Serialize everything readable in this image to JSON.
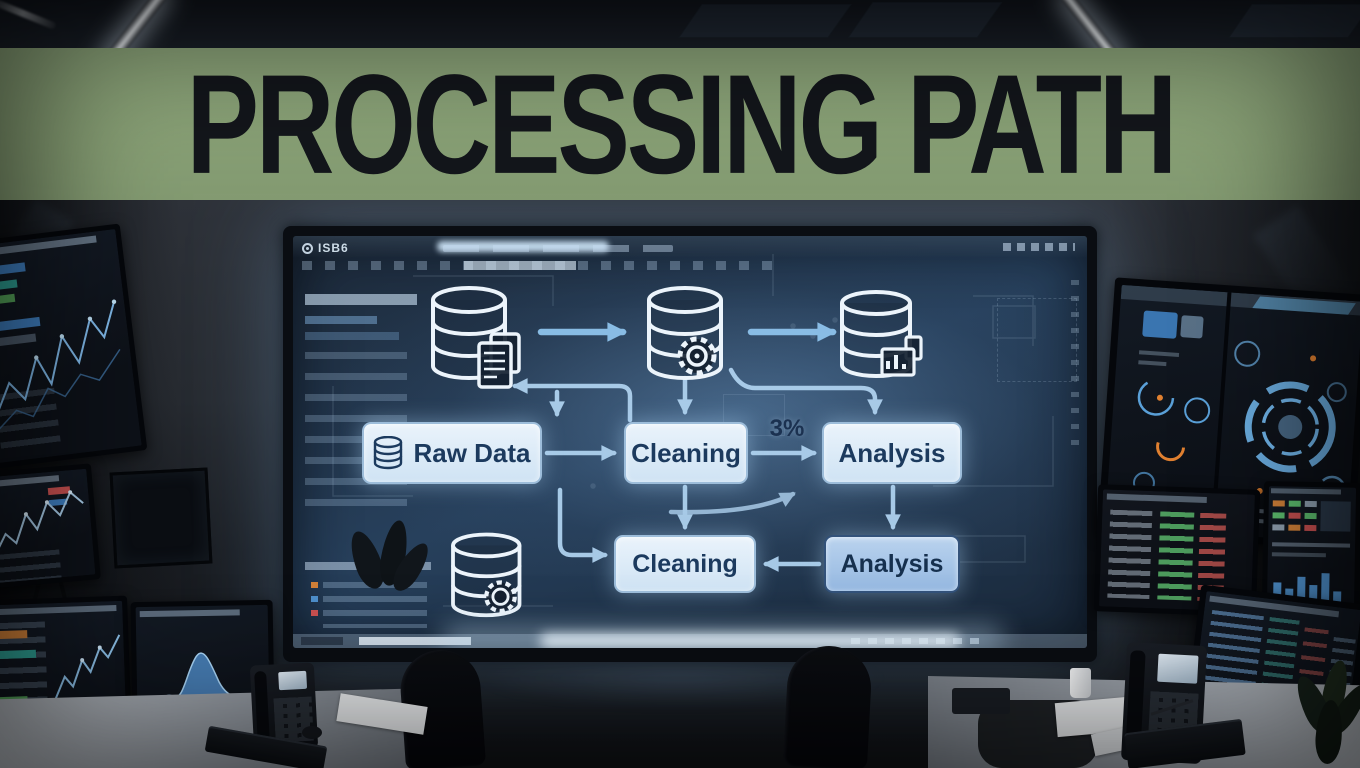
{
  "banner": {
    "title": "PROCESSING PATH",
    "bg_color": "#8ba377",
    "text_color": "#13161b"
  },
  "main_screen": {
    "logo_text": "ISB6",
    "flowchart": {
      "edge_label": "3%",
      "nodes": [
        {
          "id": "raw-data",
          "label": "Raw Data",
          "row": 1
        },
        {
          "id": "cleaning-1",
          "label": "Cleaning",
          "row": 1
        },
        {
          "id": "analysis-1",
          "label": "Analysis",
          "row": 1
        },
        {
          "id": "cleaning-2",
          "label": "Cleaning",
          "row": 2
        },
        {
          "id": "analysis-2",
          "label": "Analysis",
          "row": 2
        }
      ],
      "icons": [
        "database-document-icon",
        "database-gear-icon",
        "database-report-icon",
        "database-process-icon"
      ],
      "colors": {
        "node_fill": "#dcebf7",
        "node_fill_alt": "#a9c7ea",
        "node_text": "#1c3a5e",
        "arrow": "#aed1ee",
        "screen_glow": "#cfe7fa"
      }
    }
  }
}
